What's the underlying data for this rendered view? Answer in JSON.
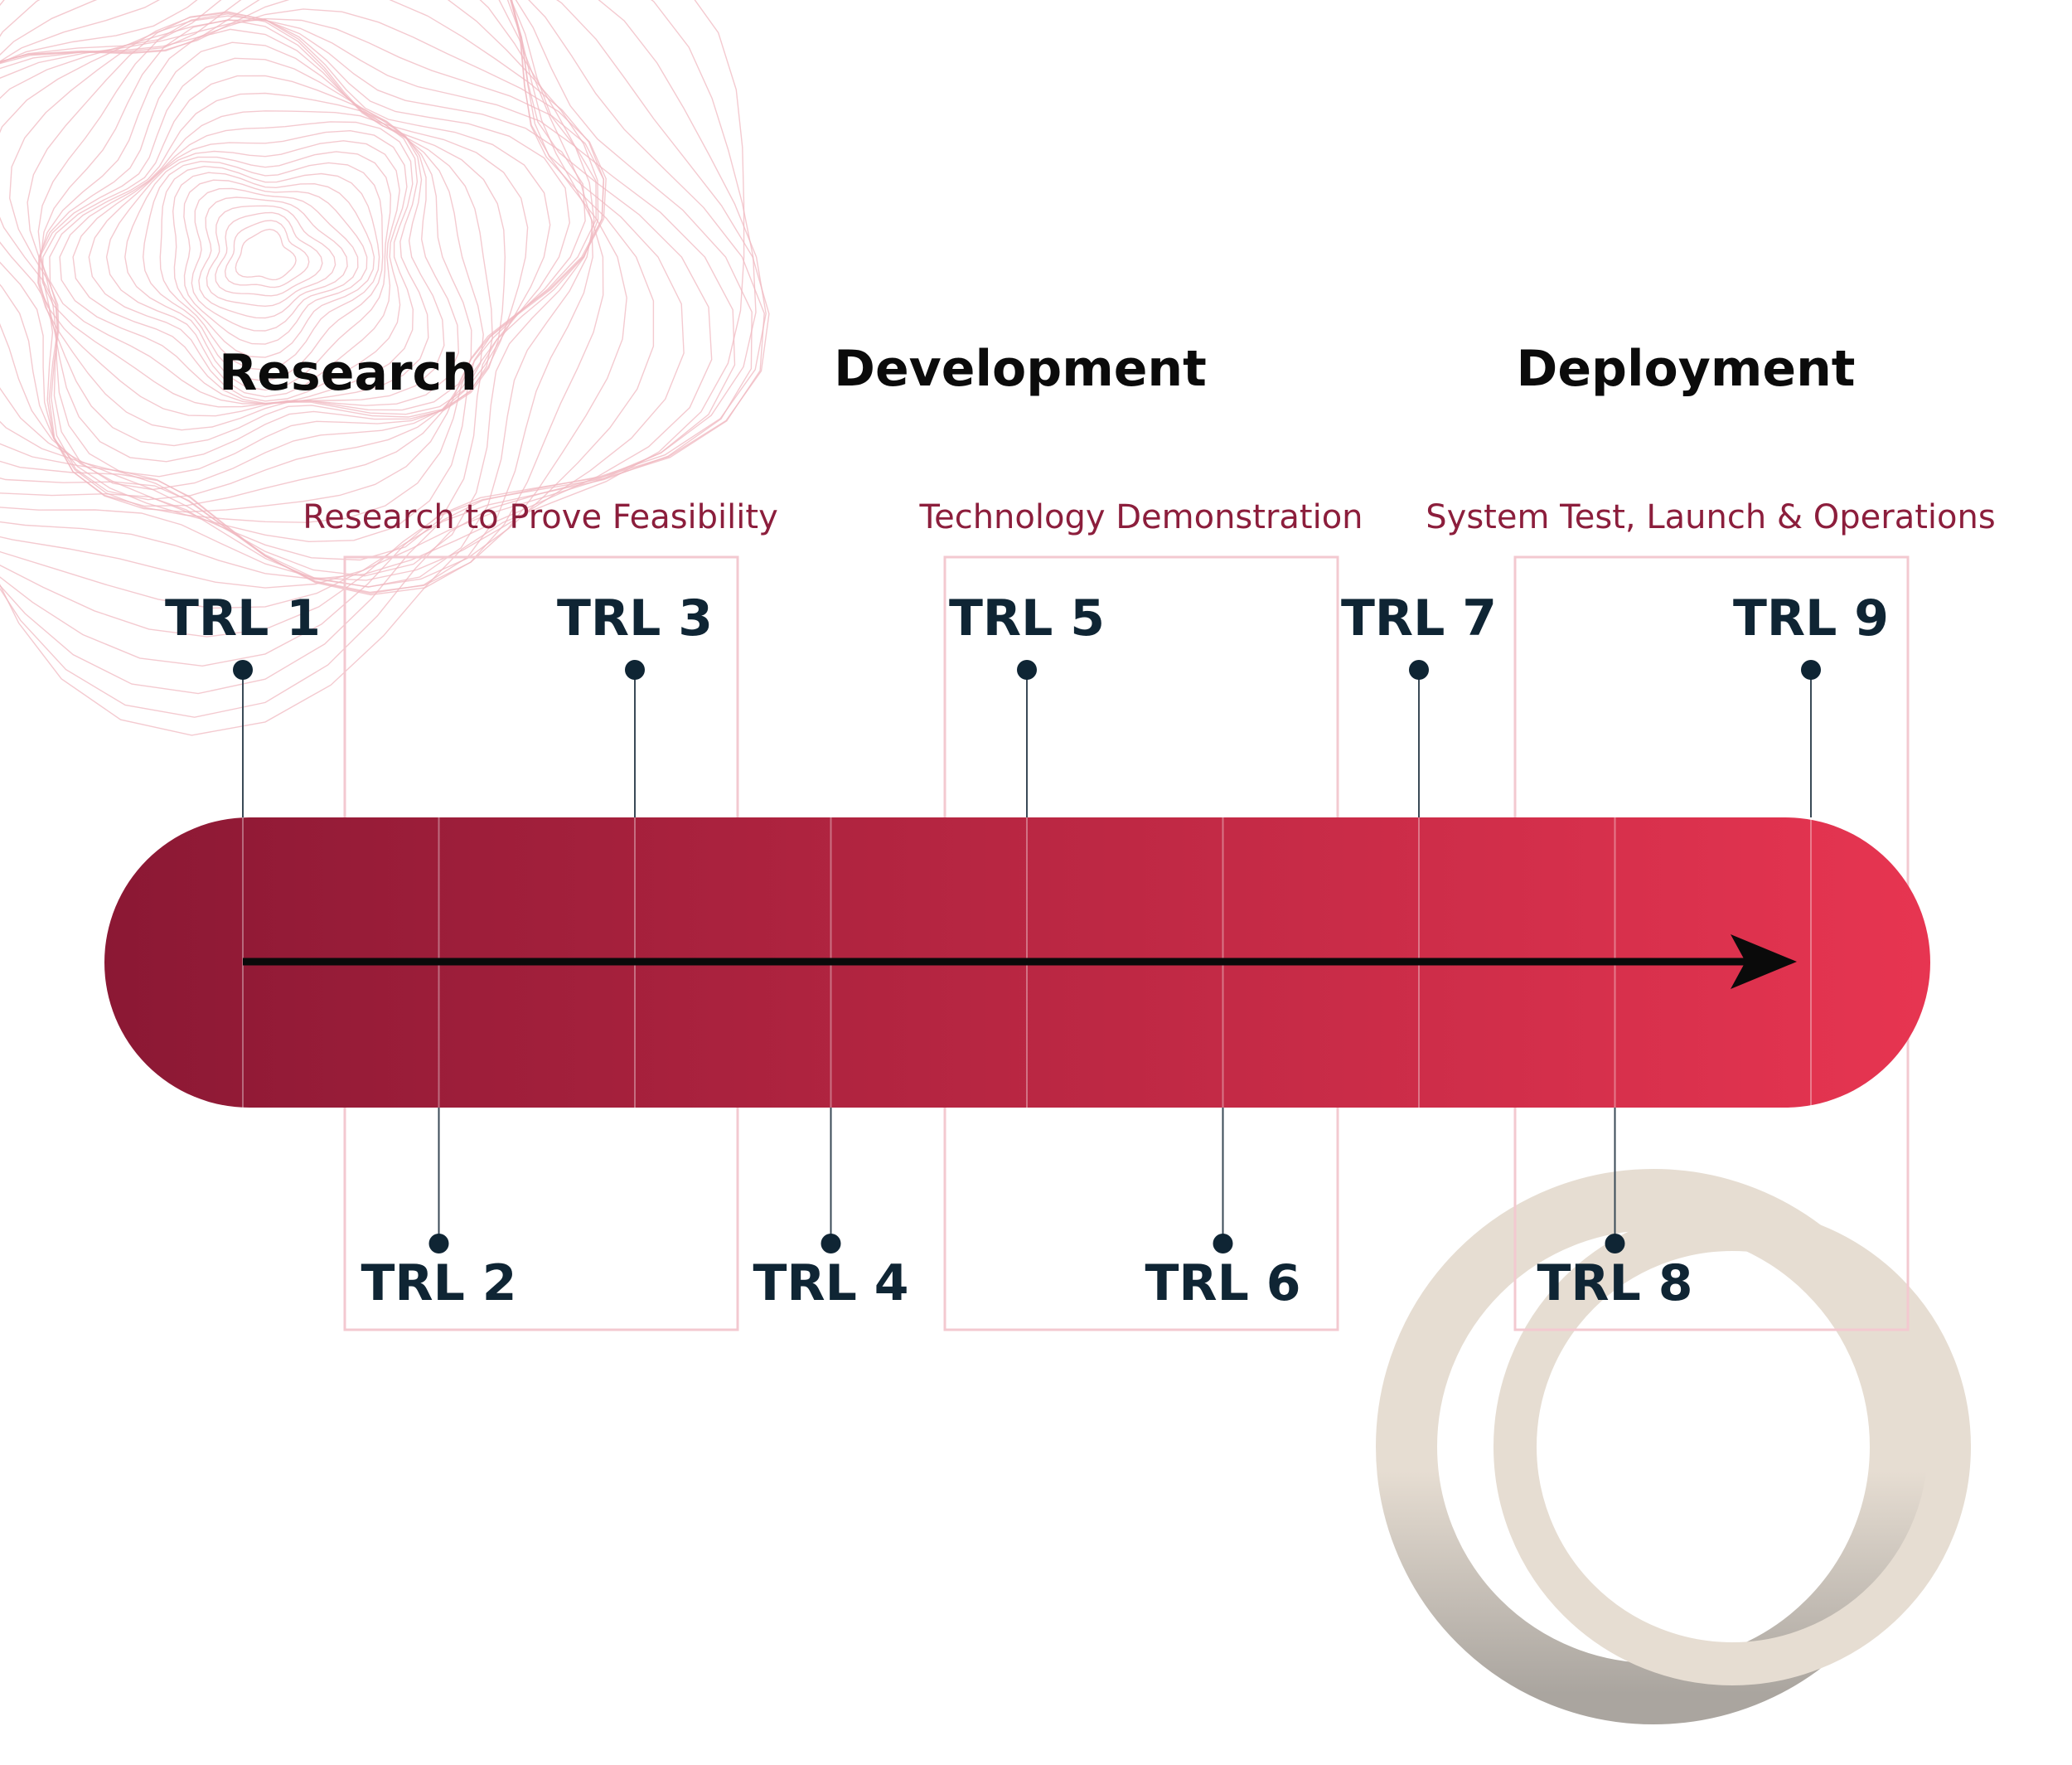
{
  "phases": [
    {
      "label": "Research"
    },
    {
      "label": "Development"
    },
    {
      "label": "Deployment"
    }
  ],
  "stages": [
    {
      "label": "Research to Prove Feasibility"
    },
    {
      "label": "Technology Demonstration"
    },
    {
      "label": "System Test, Launch & Operations"
    }
  ],
  "trl": [
    {
      "label": "TRL 1",
      "side": "top"
    },
    {
      "label": "TRL 2",
      "side": "bottom"
    },
    {
      "label": "TRL 3",
      "side": "top"
    },
    {
      "label": "TRL 4",
      "side": "bottom"
    },
    {
      "label": "TRL 5",
      "side": "top"
    },
    {
      "label": "TRL 6",
      "side": "bottom"
    },
    {
      "label": "TRL 7",
      "side": "top"
    },
    {
      "label": "TRL 8",
      "side": "bottom"
    },
    {
      "label": "TRL 9",
      "side": "top"
    }
  ],
  "colors": {
    "bar_start": "#8b1834",
    "bar_end": "#e73551",
    "arrow": "#0a0a0a",
    "marker": "#0f2534",
    "stage_text": "#8c1e3c",
    "stage_box": "#f3c9d0",
    "rings": "#e6ddd2",
    "contour": "#f0b8c0"
  }
}
